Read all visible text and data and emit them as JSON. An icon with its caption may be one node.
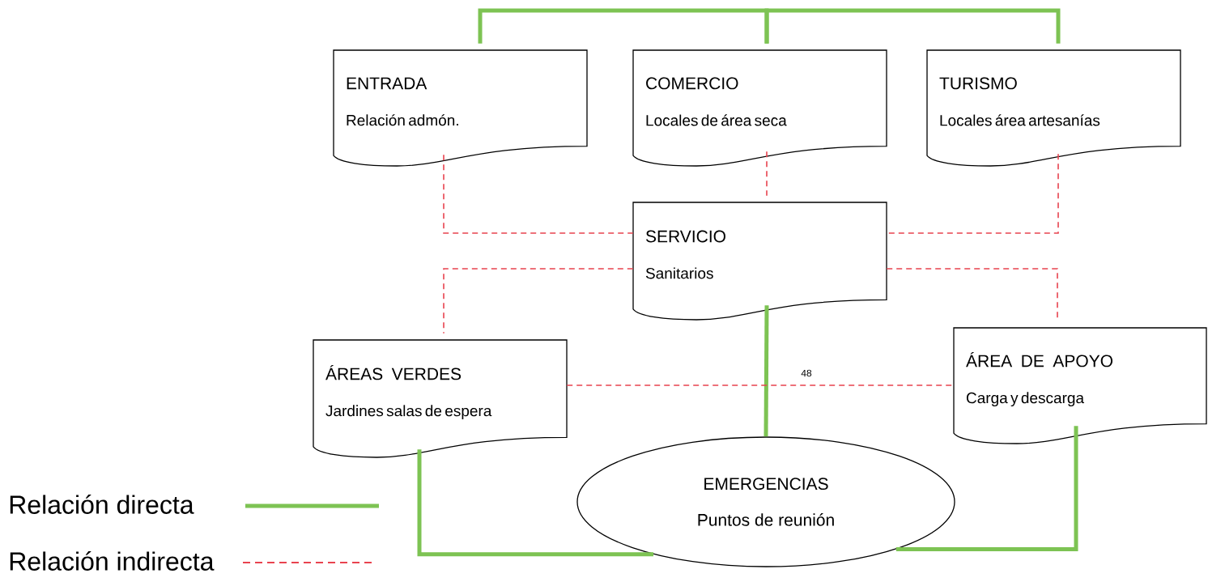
{
  "diagram": {
    "nodes": [
      {
        "text": [
          "ENTRADA",
          "Relación admón."
        ]
      },
      {
        "text": [
          "COMERCIO",
          "Locales de área seca"
        ]
      },
      {
        "text": [
          "TURISMO",
          "Locales área artesanías"
        ]
      },
      {
        "text": [
          "SERVICIO",
          "Sanitarios"
        ]
      },
      {
        "text": [
          "ÁREAS VERDES",
          "Jardines  salas de espera"
        ]
      },
      {
        "text": [
          "ÁREA DE APOYO",
          "Carga y descarga"
        ]
      },
      {
        "text": [
          "EMERGENCIAS",
          "Puntos de reunión"
        ]
      }
    ],
    "edges": [
      {
        "from": 0,
        "to": 1,
        "arrow": "none",
        "style": "thick",
        "color": "#7dc353"
      },
      {
        "from": 1,
        "to": 2,
        "arrow": "none",
        "style": "thick",
        "color": "#7dc353"
      },
      {
        "from": 3,
        "to": 6,
        "arrow": "none",
        "style": "thick",
        "color": "#7dc353"
      },
      {
        "from": 4,
        "to": 6,
        "arrow": "none",
        "style": "thick",
        "color": "#7dc353"
      },
      {
        "from": 5,
        "to": 6,
        "arrow": "none",
        "style": "thick",
        "color": "#7dc353"
      },
      {
        "from": 0,
        "to": 3,
        "arrow": "none",
        "style": "dashed"
      },
      {
        "from": 1,
        "to": 3,
        "arrow": "none",
        "style": "dashed"
      },
      {
        "from": 2,
        "to": 3,
        "arrow": "none",
        "style": "dashed"
      },
      {
        "from": 3,
        "to": 4,
        "arrow": "none",
        "style": "dashed"
      },
      {
        "from": 3,
        "to": 5,
        "arrow": "none",
        "style": "dashed"
      },
      {
        "from": 4,
        "to": 5,
        "arrow": "none",
        "style": "dashed"
      }
    ],
    "labels": [
      "48"
    ],
    "legend": [
      {
        "text": "Relación directa"
      },
      {
        "text": "Relación indirecta"
      }
    ]
  }
}
